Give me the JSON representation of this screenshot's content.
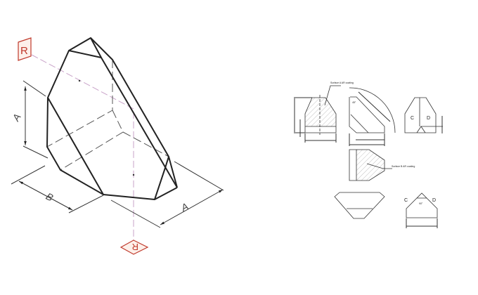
{
  "isometric": {
    "reference_marker": "R",
    "dimension_labels": [
      "A",
      "B",
      "A"
    ]
  },
  "views": {
    "surface_a_label": "Surface A AR coating",
    "surface_b_label": "Surface B AR coating",
    "angle_label": "45°",
    "face_c": "C",
    "face_d": "D",
    "apex_angle": "90°"
  },
  "colors": {
    "marker": "#c0392b",
    "axis": "#c9a3c9"
  }
}
